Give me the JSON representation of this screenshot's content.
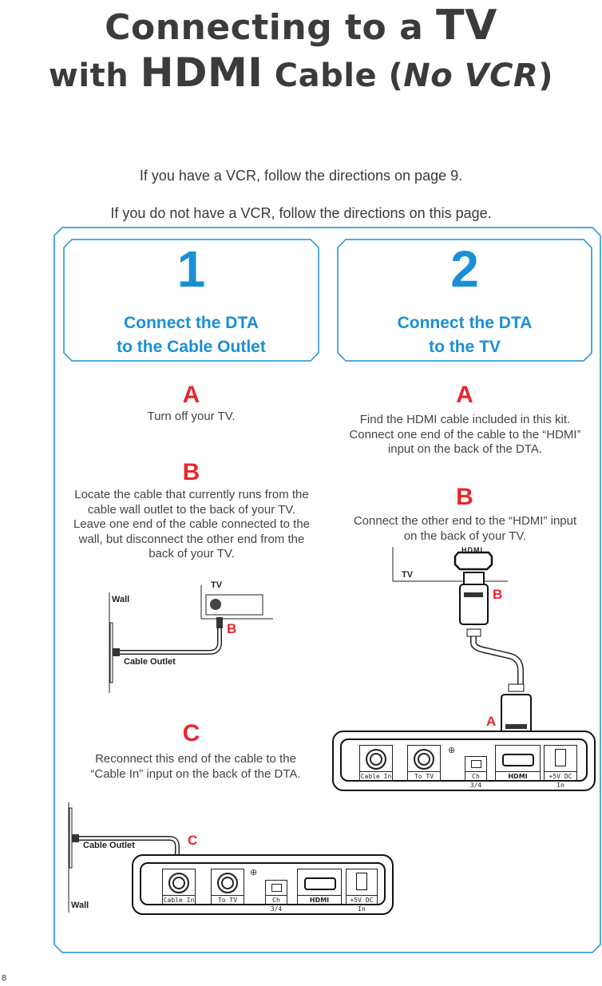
{
  "title": {
    "line1_a": "Connecting to a ",
    "line1_b": "TV",
    "line2_a": "with ",
    "line2_b": "HDMI",
    "line2_c": " Cable (",
    "line2_d": "No VCR",
    "line2_e": ")"
  },
  "intro": {
    "vcr": "If you have a VCR, follow the directions on page 9.",
    "novcr": "If you do not have a VCR, follow the directions on this page."
  },
  "panels": [
    {
      "number": "1",
      "title_line1": "Connect the DTA",
      "title_line2": "to the Cable Outlet"
    },
    {
      "number": "2",
      "title_line1": "Connect the DTA",
      "title_line2": "to the TV"
    }
  ],
  "left_steps": {
    "a": {
      "letter": "A",
      "text": "Turn off your TV."
    },
    "b": {
      "letter": "B",
      "text": "Locate the cable that currently runs from the cable wall outlet to the back of your TV. Leave one end of the cable connected to the wall, but disconnect the other end from the back of your TV."
    },
    "c": {
      "letter": "C",
      "text": "Reconnect this end of the cable to the “Cable In” input on the back of the DTA."
    }
  },
  "right_steps": {
    "a": {
      "letter": "A",
      "text": "Find the HDMI cable included in this kit. Connect one end of the cable to the “HDMI” input on the back of the DTA."
    },
    "b": {
      "letter": "B",
      "text": "Connect the other end to the “HDMI” input on the back of your TV."
    }
  },
  "diagram_labels": {
    "tv": "TV",
    "wall": "Wall",
    "cable_outlet": "Cable Outlet",
    "b": "B",
    "a": "A",
    "c": "C",
    "hdmi_logo": "HDMI"
  },
  "device_ports": {
    "cable_in": "Cable In",
    "to_tv": "To TV",
    "ch": "Ch 3/4",
    "hdmi": "HDMI",
    "dc": "+5V DC In"
  },
  "page_number": "8",
  "colors": {
    "accent_blue": "#1a8fd6",
    "letter_red": "#e8262f",
    "text": "#3a3a3a"
  }
}
